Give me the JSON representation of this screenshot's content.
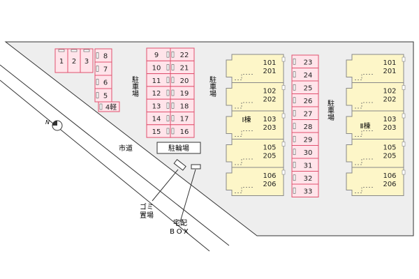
{
  "colors": {
    "lot_fill": "#eeeeee",
    "line": "#333333",
    "parking_fill": "#ffe4ea",
    "parking_border": "#e0506e",
    "building_fill": "#fdf6c8",
    "building_border": "#888888",
    "text": "#222222"
  },
  "labels": {
    "parking_a": "駐車場",
    "parking_b": "駐車場",
    "parking_c": "駐車場",
    "road": "市道",
    "bicycle": "駐輪場",
    "garbage_1": "ゴミ",
    "garbage_2": "置場",
    "delivery_1": "宅配",
    "delivery_2": "BOX",
    "building_1": "Ⅰ棟",
    "building_2": "Ⅱ棟",
    "compass": "N"
  },
  "parking": {
    "top_row": [
      "1",
      "2",
      "3"
    ],
    "col_right_of_top": [
      "8",
      "7",
      "6",
      "5"
    ],
    "kei": "4軽",
    "col_a": [
      "9",
      "10",
      "11",
      "12",
      "13",
      "14",
      "15"
    ],
    "col_b": [
      "22",
      "21",
      "20",
      "19",
      "18",
      "17",
      "16"
    ],
    "col_c": [
      "23",
      "24",
      "25",
      "26",
      "27",
      "28",
      "29",
      "30",
      "31",
      "32",
      "33"
    ]
  },
  "building_1_units": [
    [
      "101",
      "201"
    ],
    [
      "102",
      "202"
    ],
    [
      "103",
      "203"
    ],
    [
      "105",
      "205"
    ],
    [
      "106",
      "206"
    ]
  ],
  "building_2_units": [
    [
      "101",
      "201"
    ],
    [
      "102",
      "202"
    ],
    [
      "103",
      "203"
    ],
    [
      "105",
      "205"
    ],
    [
      "106",
      "206"
    ]
  ]
}
